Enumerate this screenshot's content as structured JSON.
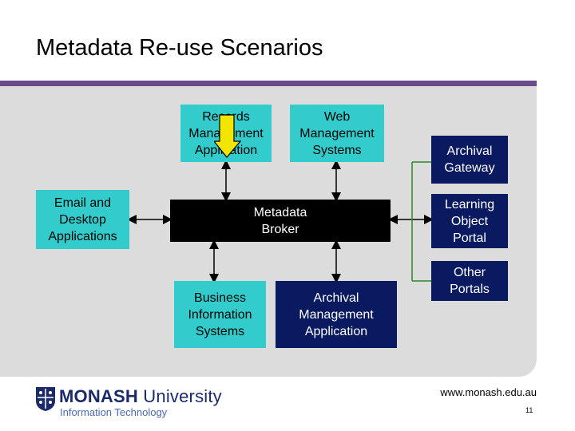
{
  "title": "Metadata Re-use Scenarios",
  "boxes": {
    "records": "Records\nManagement\nApplication",
    "web": "Web\nManagement\nSystems",
    "email": "Email and\nDesktop\nApplications",
    "broker": "Metadata\nBroker",
    "business": "Business\nInformation\nSystems",
    "archival_mgmt": "Archival\nManagement\nApplication",
    "archival_gateway": "Archival\nGateway",
    "learning": "Learning\nObject\nPortal",
    "other": "Other\nPortals"
  },
  "colors": {
    "cyan": "#33cccc",
    "navy": "#0a1a60",
    "broker": "#000000",
    "accent_rule": "#6a4a8a",
    "arrow_highlight": "#f2e600"
  },
  "footer": {
    "url": "www.monash.edu.au",
    "page_number": "11",
    "logo_name_bold": "MONASH",
    "logo_name_rest": " University",
    "logo_sub": "Information Technology"
  }
}
